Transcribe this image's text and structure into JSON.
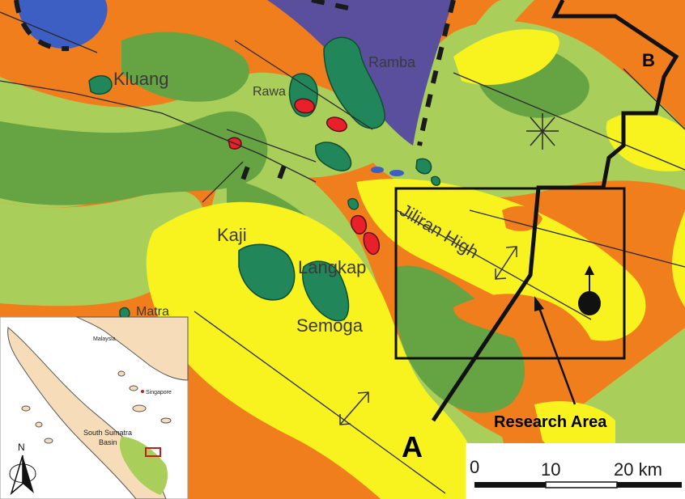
{
  "map": {
    "place_labels": {
      "kluang": "Kluang",
      "rawa": "Rawa",
      "ramba": "Ramba",
      "kaji": "Kaji",
      "langkap": "Langkap",
      "semoga": "Semoga",
      "matra": "Matra",
      "jiliran_high": "Jiliran High"
    },
    "profile": {
      "start": "A",
      "end": "B"
    },
    "research_area_label": "Research Area",
    "scale_bar": {
      "tick_0": "0",
      "tick_10": "10",
      "tick_20": "20 km"
    },
    "inset": {
      "malaysia": "Malaysia",
      "singapore": "Singapore",
      "basin_line1": "South Sumatra",
      "basin_line2": "Basin",
      "north": "N"
    },
    "colors": {
      "orange": "#f07e1c",
      "yellow": "#f8f21e",
      "light_green": "#a9cf5a",
      "mid_green": "#66a342",
      "field_green": "#21875a",
      "red": "#e8202a",
      "purple": "#5a4f9c",
      "blue": "#3d5ec2"
    }
  }
}
